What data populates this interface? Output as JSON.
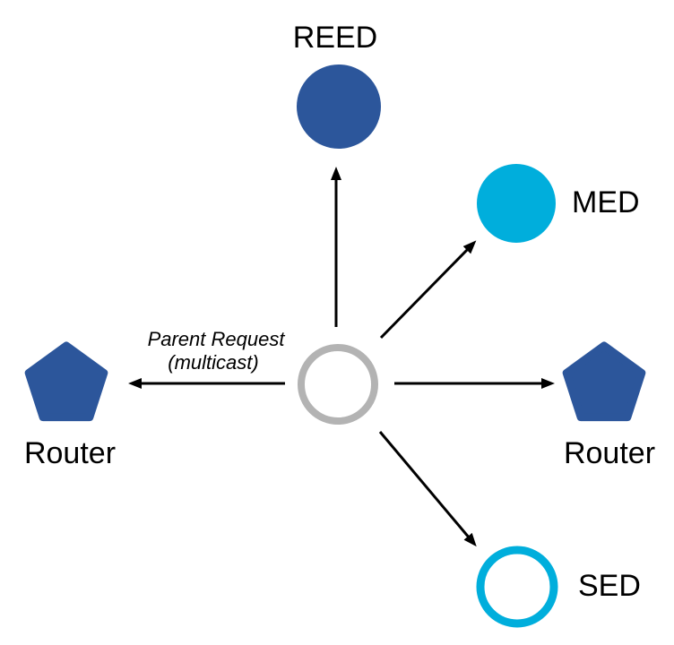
{
  "colors": {
    "background": "#ffffff",
    "router_blue": "#2C569B",
    "device_cyan": "#00AEDC",
    "center_gray": "#B3B3B3",
    "arrow_black": "#000000",
    "label_black": "#000000",
    "white": "#ffffff"
  },
  "labels": {
    "reed": "REED",
    "med": "MED",
    "sed": "SED",
    "router_left": "Router",
    "router_right": "Router"
  },
  "annotation": {
    "line1": "Parent Request",
    "line2": "(multicast)"
  },
  "diagram": {
    "type": "network-topology",
    "center_node": {
      "shape": "circle-outlined",
      "stroke": "#B3B3B3",
      "fill": "#ffffff"
    },
    "nodes": [
      {
        "id": "reed",
        "label": "REED",
        "shape": "circle-filled",
        "color": "#2C569B",
        "position": "top"
      },
      {
        "id": "med",
        "label": "MED",
        "shape": "circle-filled",
        "color": "#00AEDC",
        "position": "upper-right"
      },
      {
        "id": "router-right",
        "label": "Router",
        "shape": "pentagon-filled",
        "color": "#2C569B",
        "position": "right"
      },
      {
        "id": "sed",
        "label": "SED",
        "shape": "circle-outlined",
        "color": "#00AEDC",
        "position": "lower-right"
      },
      {
        "id": "router-left",
        "label": "Router",
        "shape": "pentagon-filled",
        "color": "#2C569B",
        "position": "left"
      }
    ],
    "edges": [
      {
        "from": "center",
        "to": "reed",
        "style": "arrow"
      },
      {
        "from": "center",
        "to": "med",
        "style": "arrow"
      },
      {
        "from": "center",
        "to": "router-right",
        "style": "arrow"
      },
      {
        "from": "center",
        "to": "sed",
        "style": "arrow"
      },
      {
        "from": "center",
        "to": "router-left",
        "style": "arrow",
        "label": "Parent Request (multicast)"
      }
    ]
  }
}
